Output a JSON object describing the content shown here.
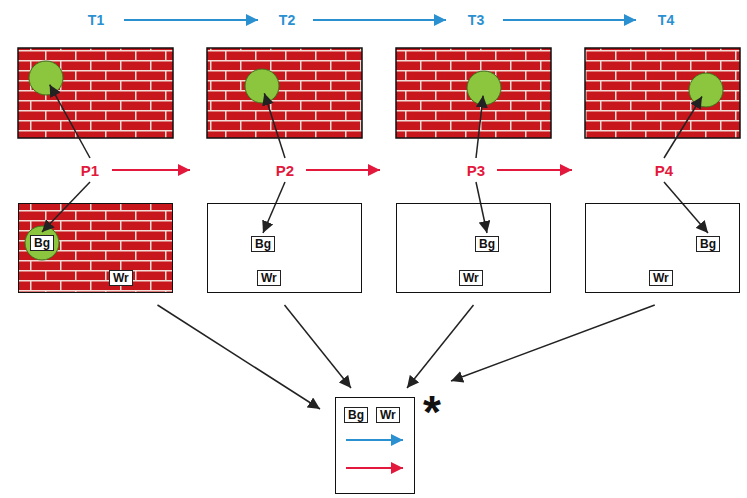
{
  "diagram": {
    "nodes": [
      {
        "text": []
      },
      {
        "text": [
          "Bg"
        ],
        "in": 0
      },
      {
        "text": [
          "Wr"
        ],
        "in": 0
      },
      {
        "text": []
      },
      {
        "text": [
          "Bg"
        ],
        "in": 3
      },
      {
        "text": [
          "Wr"
        ],
        "in": 3
      },
      {
        "text": []
      },
      {
        "text": [
          "Bg"
        ],
        "in": 6
      },
      {
        "text": [
          "Wr"
        ],
        "in": 6
      },
      {
        "text": []
      },
      {
        "text": [
          "Bg"
        ],
        "in": 9
      },
      {
        "text": [
          "Wr"
        ],
        "in": 9
      },
      {
        "text": []
      },
      {
        "text": [
          "Bg"
        ],
        "in": 12
      },
      {
        "text": [
          "Wr"
        ],
        "in": 12
      }
    ],
    "edges": [
      {
        "from": 0,
        "to": 12,
        "arrow": "to"
      },
      {
        "from": 3,
        "to": 12,
        "arrow": "to"
      },
      {
        "from": 6,
        "to": 12,
        "arrow": "to"
      },
      {
        "from": 9,
        "to": 12,
        "arrow": "to"
      }
    ],
    "labels": [
      "T1",
      "T2",
      "T3",
      "T4",
      "P1",
      "P2",
      "P3",
      "P4",
      "*"
    ]
  }
}
